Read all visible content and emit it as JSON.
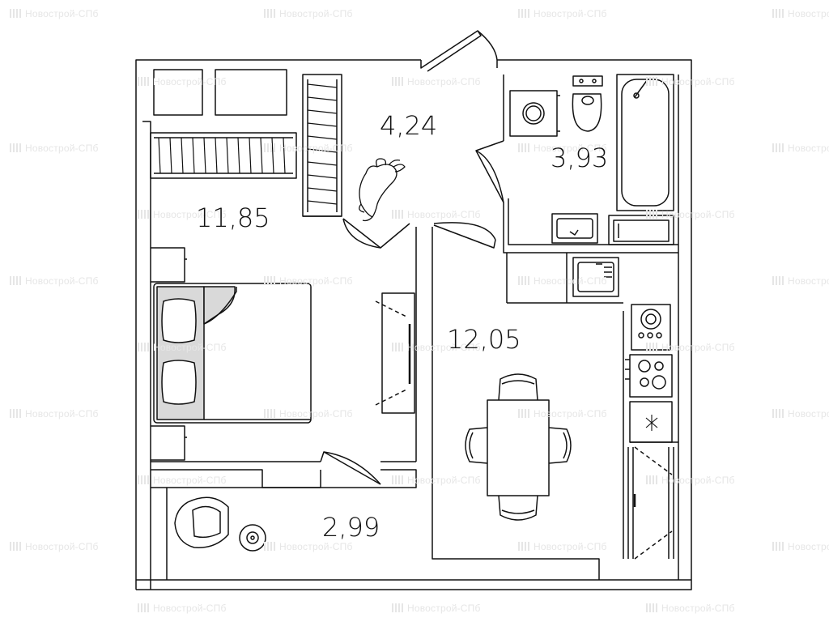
{
  "watermark": {
    "text": "Новострой-СПб",
    "color": "#e6e6e6"
  },
  "rooms": {
    "hall": {
      "area": "4,24"
    },
    "bathroom": {
      "area": "3,93"
    },
    "bedroom": {
      "area": "11,85"
    },
    "kitchen_living": {
      "area": "12,05"
    },
    "balcony": {
      "area": "2,99"
    }
  },
  "colors": {
    "line": "#111111",
    "furniture_fill": "#d9d9d9",
    "background": "#ffffff"
  }
}
